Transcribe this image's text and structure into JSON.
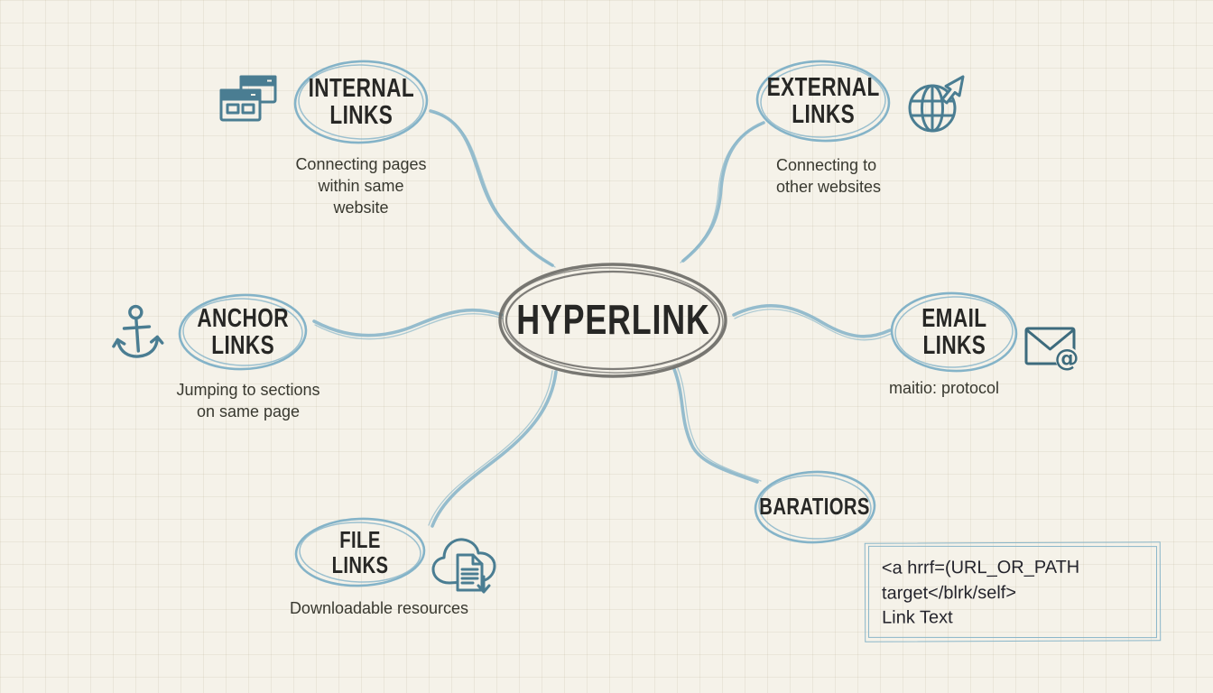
{
  "palette": {
    "background": "#f5f2e9",
    "grid_line": "#e7e2d3",
    "sketch_blue": "#84b3c8",
    "icon_teal": "#4a7d92",
    "pencil_gray": "#6a6965",
    "text_dark": "#272725"
  },
  "center": {
    "label": "HYPERLINK"
  },
  "nodes": [
    {
      "id": "internal-links",
      "label": "INTERNAL\nLINKS",
      "description": "Connecting pages\nwithin same\nwebsite",
      "icon": "browser-windows-icon"
    },
    {
      "id": "external-links",
      "label": "EXTERNAL\nLINKS",
      "description": "Connecting to\nother websites",
      "icon": "globe-arrow-icon"
    },
    {
      "id": "anchor-links",
      "label": "ANCHOR\nLINKS",
      "description": "Jumping to sections\non same page",
      "icon": "anchor-icon"
    },
    {
      "id": "email-links",
      "label": "EMAIL\nLINKS",
      "description": "maitio: protocol",
      "icon": "envelope-at-icon"
    },
    {
      "id": "file-links",
      "label": "FILE LINKS",
      "description": "Downloadable resources",
      "icon": "cloud-download-icon"
    },
    {
      "id": "barations",
      "label": "BARATIORS",
      "description": "",
      "icon": ""
    }
  ],
  "code_box": {
    "lines": [
      "<a hrrf=(URL_OR_PATH",
      "target</blrk/self>",
      "Link Text"
    ]
  }
}
